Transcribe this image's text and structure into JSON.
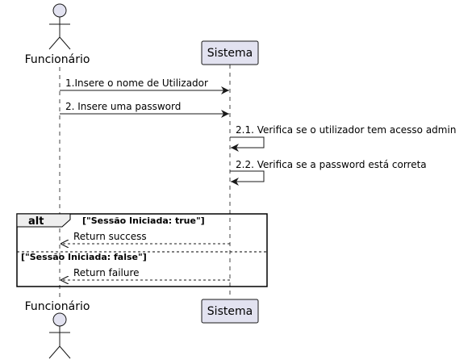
{
  "diagram": {
    "actor": {
      "name": "Funcionário"
    },
    "participant": {
      "name": "Sistema"
    },
    "messages": [
      {
        "text": "1.Insere o nome de Utilizador",
        "kind": "request"
      },
      {
        "text": "2. Insere uma password",
        "kind": "request"
      },
      {
        "text": "2.1. Verifica se o utilizador tem acesso admin",
        "kind": "self"
      },
      {
        "text": "2.2. Verifica se a password está correta",
        "kind": "self"
      }
    ],
    "alt_fragment": {
      "keyword": "alt",
      "branches": [
        {
          "guard": "[\"Sessão Iniciada: true\"]",
          "message": "Return success"
        },
        {
          "guard": "[\"Sessão Iniciada: false\"]",
          "message": "Return failure"
        }
      ]
    }
  },
  "colors": {
    "actor_fill": "#e2e2f0",
    "participant_fill": "#e2e2f0",
    "stroke": "#181818",
    "lifeline": "#181818"
  }
}
